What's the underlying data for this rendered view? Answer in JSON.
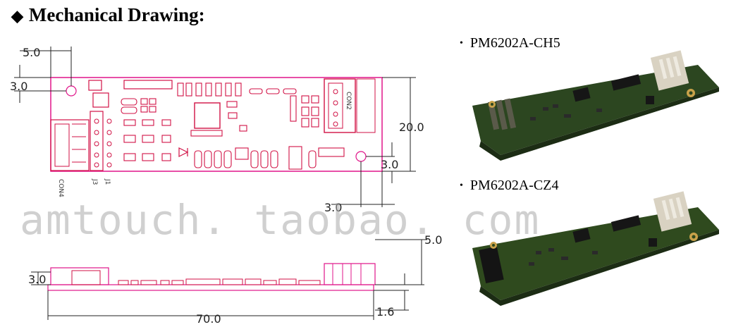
{
  "heading": {
    "bullet": "◆",
    "text": "Mechanical Drawing:"
  },
  "dimensions": {
    "top_left_horizontal": "5.0",
    "top_left_vertical": "3.0",
    "height": "20.0",
    "right_hole_vertical": "3.0",
    "right_hole_horizontal": "3.0",
    "side_top_offset": "5.0",
    "side_left_height": "3.0",
    "length": "70.0",
    "side_thickness": "1.6"
  },
  "connector_labels": {
    "con2": "CON2",
    "con4": "CON4",
    "j3": "J3",
    "j1": "J1"
  },
  "products": [
    {
      "bullet": "•",
      "name": "PM6202A-CH5"
    },
    {
      "bullet": "•",
      "name": "PM6202A-CZ4"
    }
  ],
  "watermark": "amtouch. taobao. com",
  "colors": {
    "outline": "#e0158a",
    "component": "#d11245",
    "pcb": "#2f4a1e",
    "dimension": "#222222"
  }
}
